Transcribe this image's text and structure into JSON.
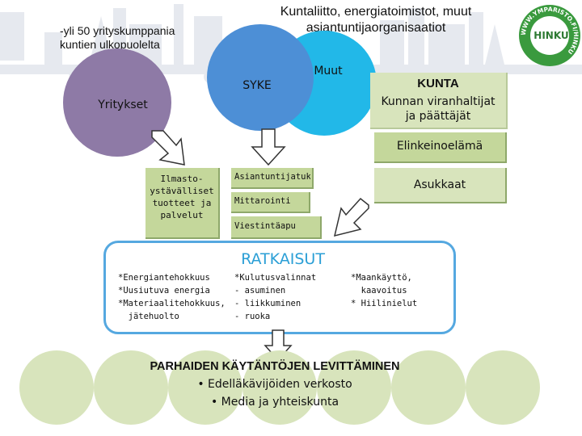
{
  "header": {
    "left_note": "-yli 50  yrityskumppania\nkuntien ulkopuolelta",
    "title": "Kuntaliitto, energiatoimistot, muut\nasiantuntijaorganisaatiot"
  },
  "logo": {
    "ring_text": "WWW.YMPARISTO.FI/HINKU",
    "center_text": "HINKU"
  },
  "bubbles": {
    "syke": "SYKE",
    "muut": "Muut",
    "yritykset": "Yritykset"
  },
  "kunta": {
    "title": "KUNTA",
    "subtitle": "Kunnan viranhaltijat\nja päättäjät"
  },
  "elinkeinoelama": "Elinkeinoelämä",
  "ilmasto_box": "Ilmasto-\nystävälliset\ntuotteet ja\npalvelut",
  "services": [
    {
      "label": "Asiantuntijatuki"
    },
    {
      "label": "Mittarointi"
    },
    {
      "label": "Viestintäapu"
    }
  ],
  "asukkaat": "Asukkaat",
  "ratkaisut": {
    "title": "RATKAISUT",
    "col1": "*Energiantehokkuus\n*Uusiutuva energia\n*Materiaalitehokkuus,\n  jätehuolto",
    "col2": "*Kulutusvalinnat\n- asuminen\n- liikkuminen\n- ruoka",
    "col3": "*Maankäyttö,\n  kaavoitus\n* Hiilinielut"
  },
  "bottom": {
    "title": "PARHAIDEN KÄYTÄNTÖJEN LEVITTÄMINEN",
    "bullets": [
      "• Edelläkävijöiden verkosto",
      "• Media ja yhteiskunta"
    ]
  },
  "colors": {
    "green_box": "#c4d79b",
    "green_circle": "#d8e4bc",
    "purple": "#8e7aa6",
    "blue": "#4d8fd6",
    "cyan": "#22b8e8",
    "ratkaisut_title": "#2b9fd6",
    "logo_green": "#3a9a3e"
  }
}
